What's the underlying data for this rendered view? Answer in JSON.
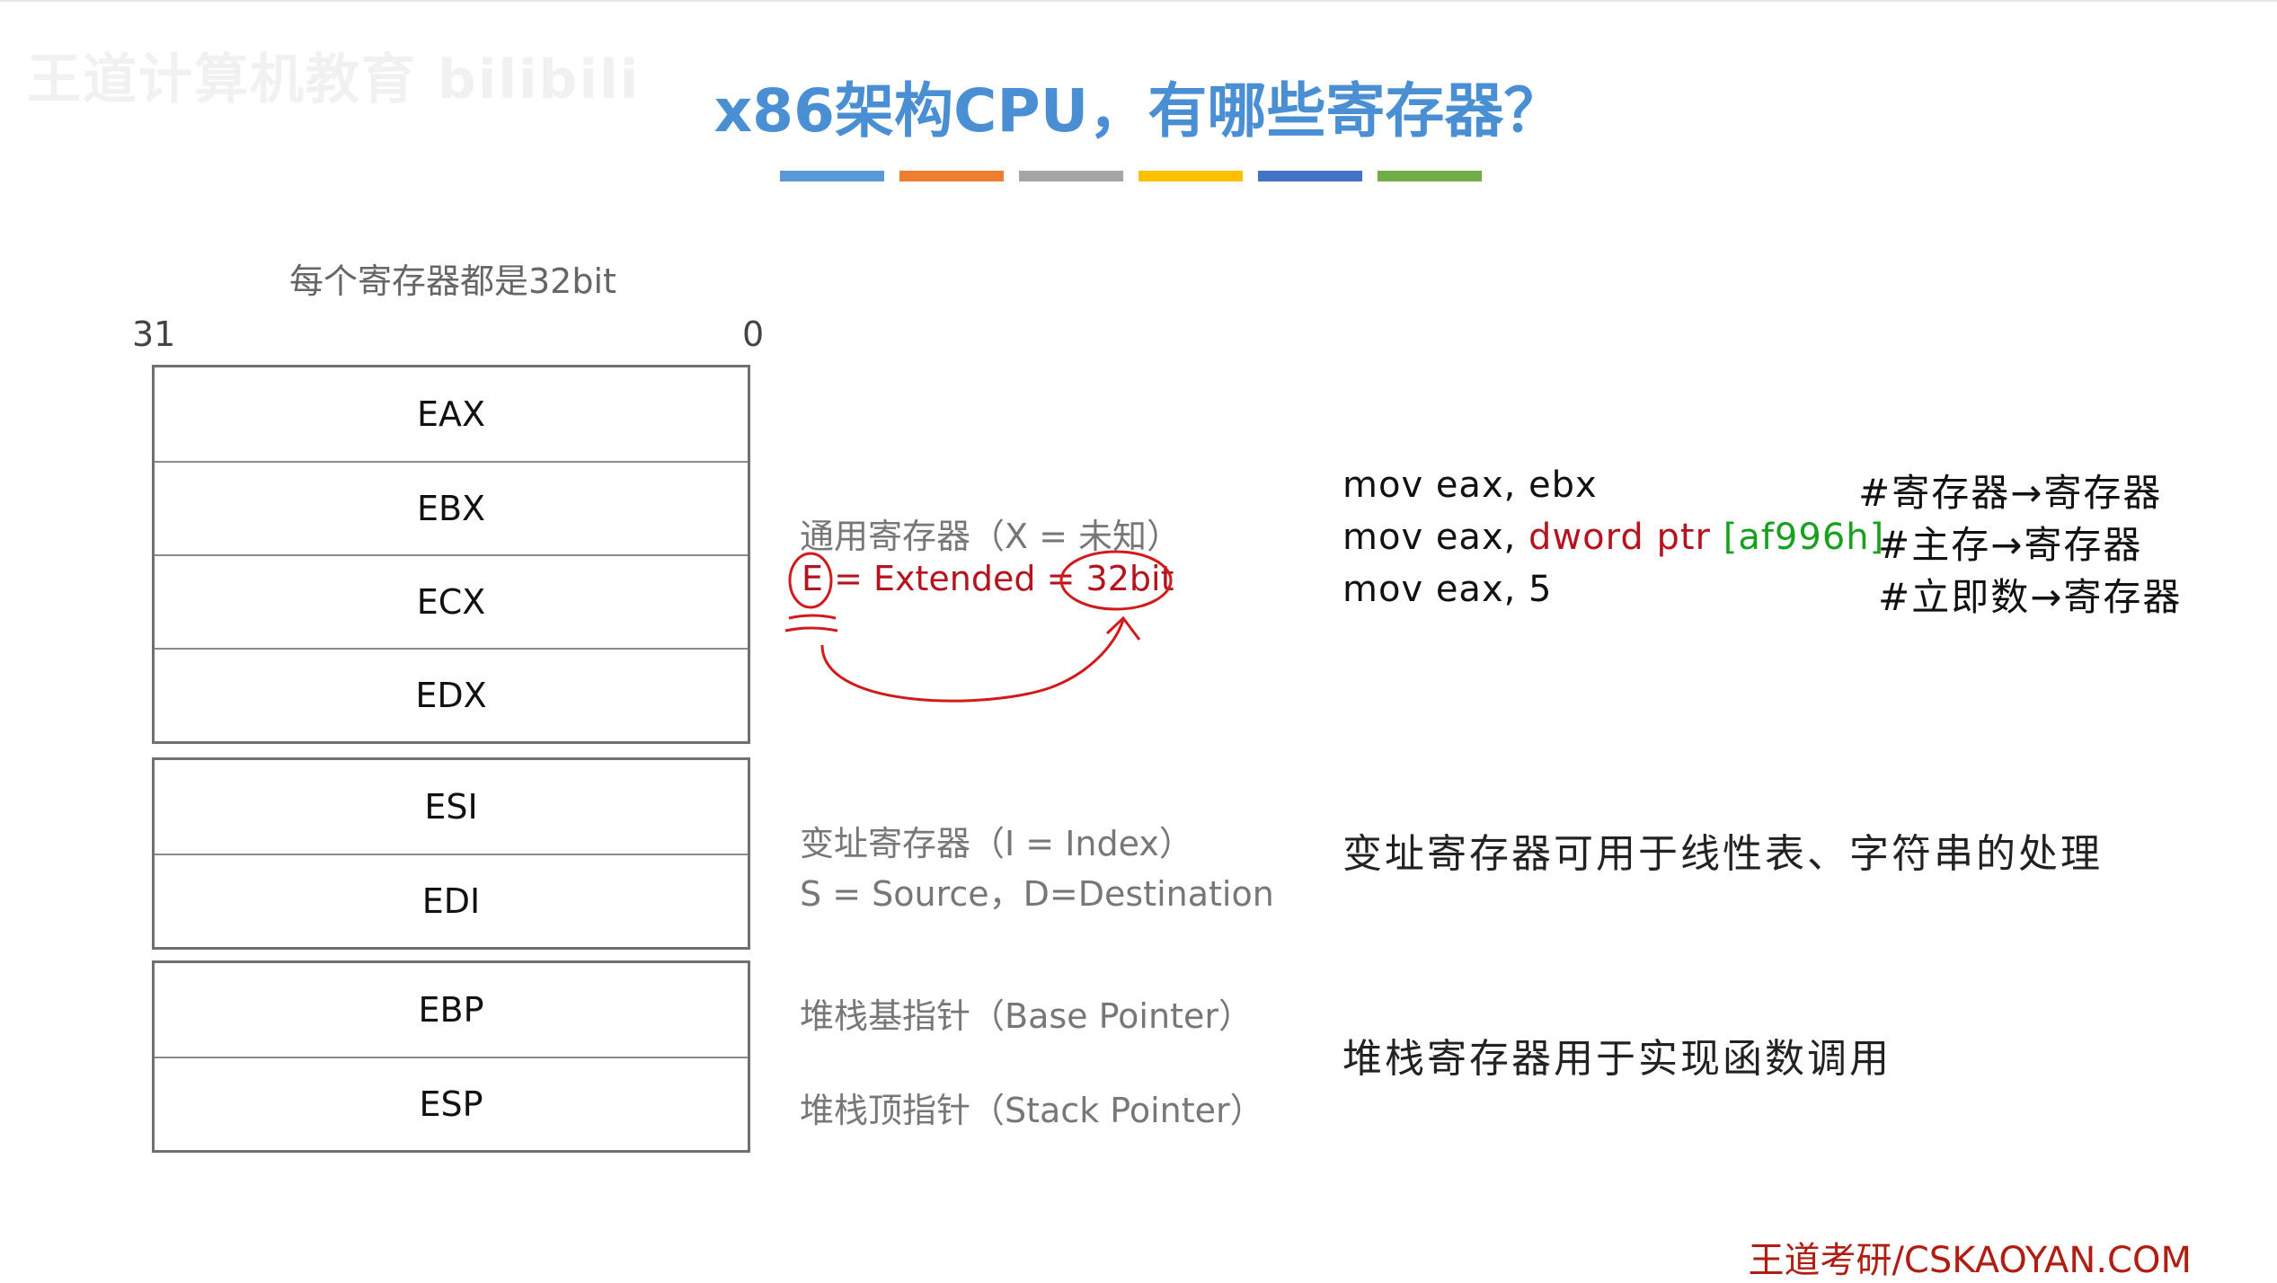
{
  "title": "x86架构CPU，有哪些寄存器？",
  "watermark": "王道计算机教育 bilibili",
  "color_bars": [
    "#5b9bd5",
    "#ed7d31",
    "#a5a5a5",
    "#ffc000",
    "#4472c4",
    "#70ad47"
  ],
  "subtitle": "每个寄存器都是32bit",
  "bit_high": "31",
  "bit_low": "0",
  "registers": {
    "general": [
      "EAX",
      "EBX",
      "ECX",
      "EDX"
    ],
    "index": [
      "ESI",
      "EDI"
    ],
    "stack": [
      "EBP",
      "ESP"
    ]
  },
  "descriptions": {
    "general_line1": "通用寄存器（X = 未知）",
    "extended_e": "E",
    "extended_mid": "= Extended =",
    "extended_32": "32bit",
    "index_line1": "变址寄存器（I = Index）",
    "index_line2": "S = Source，D=Destination",
    "ebp_desc": "堆栈基指针（Base Pointer）",
    "esp_desc": "堆栈顶指针（Stack Pointer）"
  },
  "code": [
    {
      "prefix": "mov eax, ebx",
      "comment": "#寄存器→寄存器"
    },
    {
      "prefix": "mov eax, ",
      "highlight_red": "dword ptr ",
      "highlight_green": "[af996h]",
      "comment": "#主存→寄存器"
    },
    {
      "prefix": "mov eax, 5",
      "comment": "#立即数→寄存器"
    }
  ],
  "notes": {
    "index_note": "变址寄存器可用于线性表、字符串的处理",
    "stack_note": "堆栈寄存器用于实现函数调用"
  },
  "footer": "王道考研/CSKAOYAN.COM"
}
